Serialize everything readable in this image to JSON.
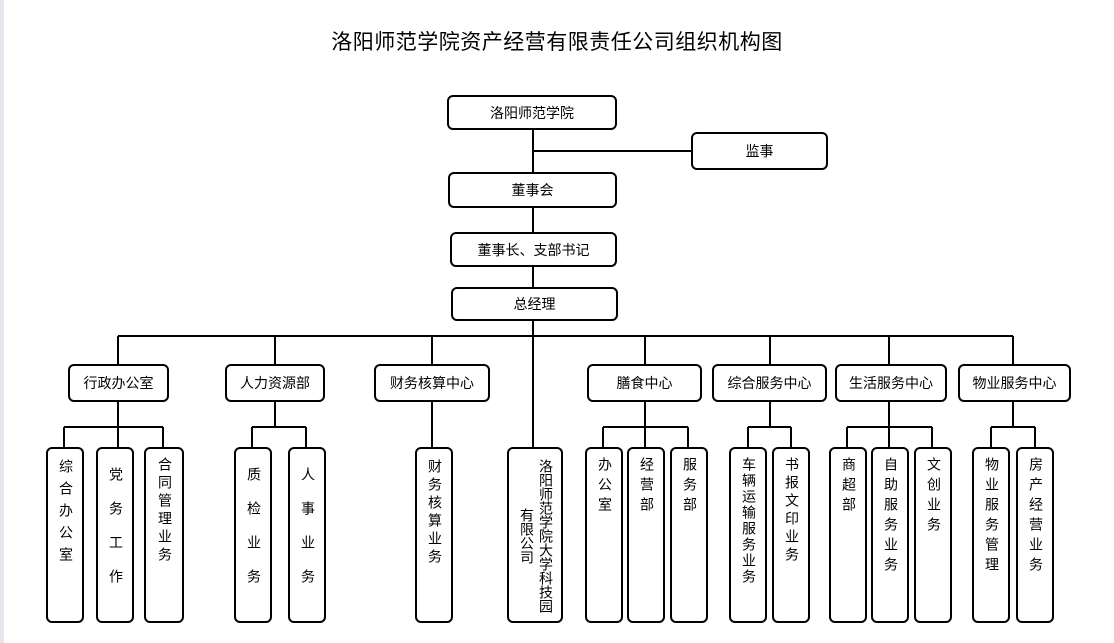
{
  "title": "洛阳师范学院资产经营有限责任公司组织机构图",
  "top_chain": [
    "洛阳师范学院",
    "董事会",
    "董事长、支部书记",
    "总经理"
  ],
  "supervisor": "监事",
  "departments": [
    {
      "label": "行政办公室",
      "children": [
        "综合办公室",
        "党务工作",
        "合同管理业务"
      ]
    },
    {
      "label": "人力资源部",
      "children": [
        "质检业务",
        "人事业务"
      ]
    },
    {
      "label": "财务核算中心",
      "children": [
        "财务核算业务"
      ]
    },
    {
      "label": "膳食中心",
      "children": [
        "办公室",
        "经营部",
        "服务部"
      ]
    },
    {
      "label": "综合服务中心",
      "children": [
        "车辆运输服务业务",
        "书报文印业务"
      ]
    },
    {
      "label": "生活服务中心",
      "children": [
        "商超部",
        "自助服务业务",
        "文创业务"
      ]
    },
    {
      "label": "物业服务中心",
      "children": [
        "物业服务管理",
        "房产经营业务"
      ]
    }
  ],
  "direct_subsidiary": "洛阳师范学院大学科技园有限公司"
}
